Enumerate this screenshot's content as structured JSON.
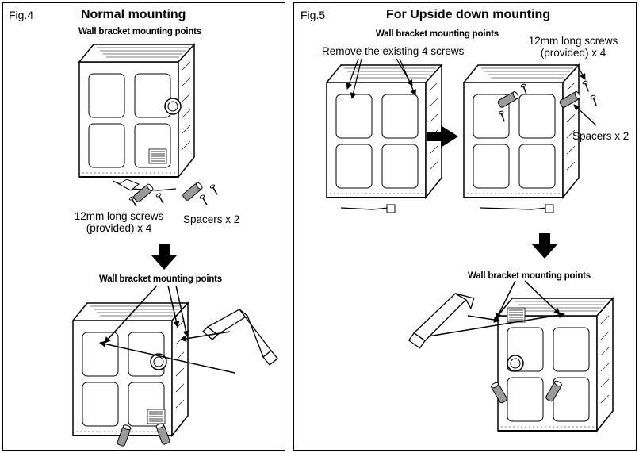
{
  "fig4": {
    "label": "Fig.4",
    "title": "Normal mounting",
    "top_caption": "Wall bracket mounting points",
    "screws_line1": "12mm long screws",
    "screws_line2": "(provided) x 4",
    "spacers": "Spacers x 2",
    "bottom_caption": "Wall bracket mounting points"
  },
  "fig5": {
    "label": "Fig.5",
    "title": "For Upside down mounting",
    "top_caption": "Wall bracket mounting points",
    "remove_screws": "Remove the existing 4 screws",
    "screws_line1": "12mm long screws",
    "screws_line2": "(provided) x 4",
    "spacers": "Spacers x 2",
    "bottom_caption": "Wall bracket mounting points"
  },
  "colors": {
    "line": "#000000",
    "background": "#ffffff",
    "shade": "#9a9a9a"
  },
  "icons": [
    "down-arrow-icon",
    "right-arrow-icon"
  ]
}
